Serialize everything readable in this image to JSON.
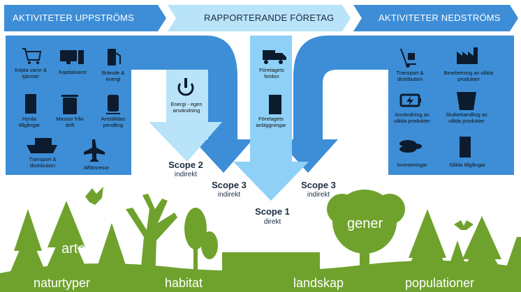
{
  "headers": {
    "upstream": "AKTIVITETER UPPSTRÖMS",
    "reporting": "RAPPORTERANDE FÖRETAG",
    "downstream": "AKTIVITETER NEDSTRÖMS"
  },
  "upstream_items": [
    {
      "icon": "shopping-cart-icon",
      "label": "Köpta varor & tjänster"
    },
    {
      "icon": "computer-icon",
      "label": "Kapitalvaror"
    },
    {
      "icon": "fuel-pump-icon",
      "label": "Bränsle & energi"
    },
    {
      "icon": "building-icon",
      "label": "Hyrda tillgångar"
    },
    {
      "icon": "trash-bin-icon",
      "label": "Massor från drift"
    },
    {
      "icon": "train-icon",
      "label": "Anställdas pendling"
    },
    {
      "icon": "cargo-ship-icon",
      "label": "Transport & distribution"
    },
    {
      "icon": "airplane-icon",
      "label": "Affärsresor"
    }
  ],
  "company_items": [
    {
      "icon": "truck-icon",
      "label": "Företagets fordon"
    },
    {
      "icon": "office-building-icon",
      "label": "Företagets anläggningar"
    }
  ],
  "energy_item": {
    "icon": "power-icon",
    "label": "Energi - egen användning"
  },
  "downstream_items": [
    {
      "icon": "hand-truck-icon",
      "label": "Transport & distribution"
    },
    {
      "icon": "factory-icon",
      "label": "Bearbetning av sålda produkter"
    },
    {
      "icon": "battery-icon",
      "label": "Användning av sålda produkter"
    },
    {
      "icon": "recycle-bin-icon",
      "label": "Slutbehandling av sålda produkter"
    },
    {
      "icon": "coins-icon",
      "label": "Investeringar"
    },
    {
      "icon": "tower-icon",
      "label": "Sålda tillgångar"
    }
  ],
  "scopes": {
    "scope2": {
      "title": "Scope 2",
      "sub": "indirekt"
    },
    "scope3_left": {
      "title": "Scope 3",
      "sub": "indirekt"
    },
    "scope1": {
      "title": "Scope 1",
      "sub": "direkt"
    },
    "scope3_right": {
      "title": "Scope 3",
      "sub": "indirekt"
    }
  },
  "nature_words": {
    "arter": "arter",
    "gener": "gener",
    "naturtyper": "naturtyper",
    "habitat": "habitat",
    "landskap": "landskap",
    "populationer": "populationer"
  },
  "colors": {
    "dark_blue": "#3d8ed6",
    "mid_blue": "#5aa6e8",
    "light_blue": "#8fd0f7",
    "header_light": "#b9e3f8",
    "green": "#6fa22d"
  }
}
